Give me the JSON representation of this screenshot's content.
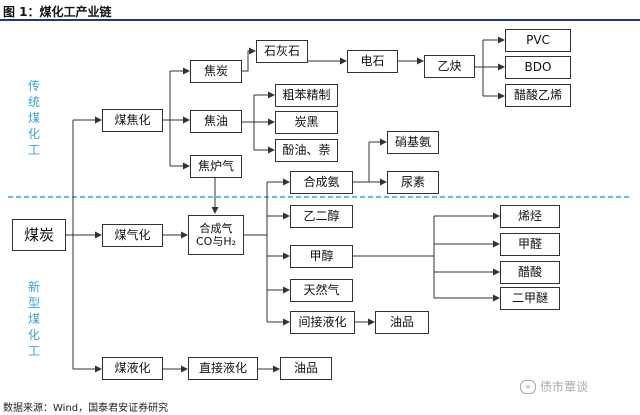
{
  "title": "图 1：煤化工产业链",
  "side_labels": {
    "traditional": "传统煤化工",
    "new": "新型煤化工"
  },
  "nodes": {
    "coal": "煤炭",
    "coking": "煤焦化",
    "gasification": "煤气化",
    "liquefaction": "煤液化",
    "coke": "焦炭",
    "coal_tar": "焦油",
    "coke_gas": "焦炉气",
    "limestone": "石灰石",
    "calcium_carbide": "电石",
    "acetylene": "乙炔",
    "pvc": "PVC",
    "bdo": "BDO",
    "vinyl_acetate": "醋酸乙烯",
    "crude_benzene": "粗苯精制",
    "carbon_black": "炭黑",
    "phenol_naphthalene": "酚油、萘",
    "syngas_line1": "合成气",
    "syngas_line2": "CO与H₂",
    "synthetic_ammonia": "合成氨",
    "ammonium_nitrate": "硝基氨",
    "urea": "尿素",
    "ethylene_glycol": "乙二醇",
    "methanol": "甲醇",
    "natural_gas": "天然气",
    "indirect_liquefaction": "间接液化",
    "oil_products_indirect": "油品",
    "olefins": "烯烃",
    "formaldehyde": "甲醛",
    "acetic_acid": "醋酸",
    "dimethyl_ether": "二甲醚",
    "direct_liquefaction": "直接液化",
    "oil_products_direct": "油品"
  },
  "source": "数据来源：Wind，国泰君安证券研究",
  "watermark": "债市覃谈",
  "colors": {
    "divider": "#3aa3d8",
    "side_label": "#3aa3d8",
    "title_rule": "#1f3b73",
    "line": "#333333"
  }
}
